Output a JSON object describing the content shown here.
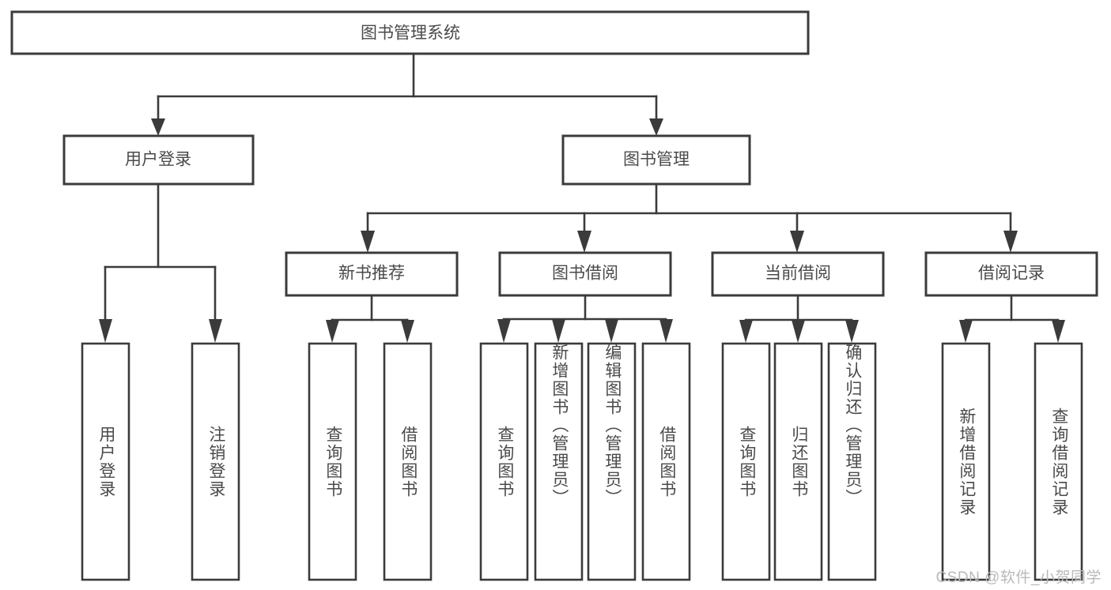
{
  "diagram": {
    "title_node": {
      "label": "图书管理系统"
    },
    "level1": [
      {
        "id": "user-login",
        "label": "用户登录"
      },
      {
        "id": "book-management",
        "label": "图书管理"
      }
    ],
    "level2": [
      {
        "id": "new-book-recommend",
        "label": "新书推荐"
      },
      {
        "id": "book-borrow",
        "label": "图书借阅"
      },
      {
        "id": "current-borrow",
        "label": "当前借阅"
      },
      {
        "id": "borrow-record",
        "label": "借阅记录"
      }
    ],
    "leaves": {
      "user_login": [
        {
          "id": "leaf-user-login",
          "label": "用户登录"
        },
        {
          "id": "leaf-logout-login",
          "label": "注销登录"
        }
      ],
      "new_book_recommend": [
        {
          "id": "leaf-query-book-1",
          "label": "查询图书"
        },
        {
          "id": "leaf-borrow-book-1",
          "label": "借阅图书"
        }
      ],
      "book_borrow": [
        {
          "id": "leaf-query-book-2",
          "label": "查询图书"
        },
        {
          "id": "leaf-add-book",
          "label": "新增图书（管理员）"
        },
        {
          "id": "leaf-edit-book",
          "label": "编辑图书（管理员）"
        },
        {
          "id": "leaf-borrow-book-2",
          "label": "借阅图书"
        }
      ],
      "current_borrow": [
        {
          "id": "leaf-query-book-3",
          "label": "查询图书"
        },
        {
          "id": "leaf-return-book",
          "label": "归还图书"
        },
        {
          "id": "leaf-confirm-return",
          "label": "确认归还（管理员）"
        }
      ],
      "borrow_record": [
        {
          "id": "leaf-add-record",
          "label": "新增借阅记录"
        },
        {
          "id": "leaf-query-record",
          "label": "查询借阅记录"
        }
      ]
    },
    "watermark": "CSDN @软件_小贺同学",
    "colors": {
      "stroke": "#3b3b3b",
      "text": "#4a4a4a",
      "background": "#ffffff",
      "watermark": "#b9b9b9"
    }
  }
}
